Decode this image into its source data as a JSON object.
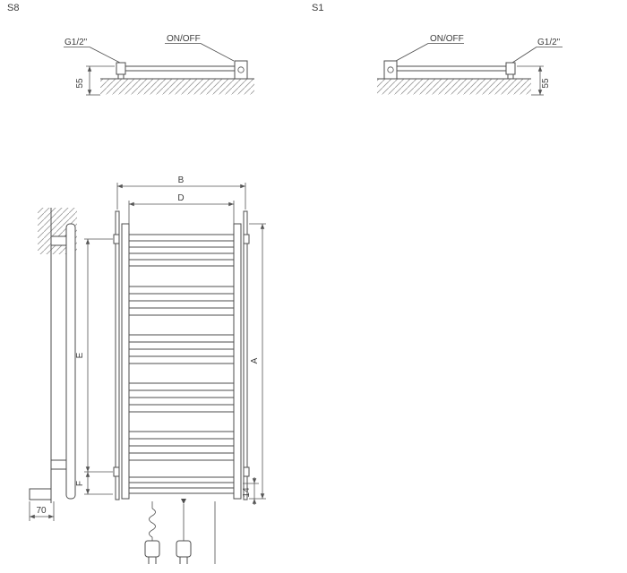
{
  "diagram": {
    "s8": {
      "title": "S8",
      "fitting": "G1/2\"",
      "switch": "ON/OFF",
      "depth": "55"
    },
    "s1": {
      "title": "S1",
      "fitting": "G1/2\"",
      "switch": "ON/OFF",
      "depth": "55"
    },
    "front": {
      "dim_b": "B",
      "dim_d": "D",
      "dim_a": "A",
      "dim_e": "E",
      "dim_f": "F",
      "dim_14": "14"
    },
    "side": {
      "dim_70": "70"
    },
    "colors": {
      "line": "#4d4d4d",
      "hatch": "#9a9a9a",
      "text": "#3c3c3c"
    }
  }
}
